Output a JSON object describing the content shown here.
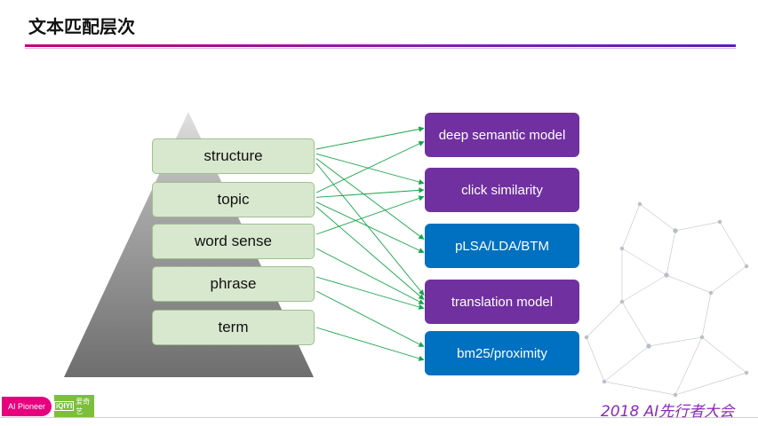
{
  "title": "文本匹配层次",
  "levels": [
    {
      "id": "structure",
      "label": "structure"
    },
    {
      "id": "topic",
      "label": "topic"
    },
    {
      "id": "word-sense",
      "label": "word sense"
    },
    {
      "id": "phrase",
      "label": "phrase"
    },
    {
      "id": "term",
      "label": "term"
    }
  ],
  "models": [
    {
      "id": "deep-semantic-model",
      "label": "deep semantic model",
      "color": "#7030a0"
    },
    {
      "id": "click-similarity",
      "label": "click similarity",
      "color": "#7030a0"
    },
    {
      "id": "plsa-lda-btm",
      "label": "pLSA/LDA/BTM",
      "color": "#0070c0"
    },
    {
      "id": "translation-model",
      "label": "translation model",
      "color": "#7030a0"
    },
    {
      "id": "bm25-proximity",
      "label": "bm25/proximity",
      "color": "#0070c0"
    }
  ],
  "edges": [
    [
      "structure",
      "deep-semantic-model"
    ],
    [
      "structure",
      "click-similarity"
    ],
    [
      "structure",
      "plsa-lda-btm"
    ],
    [
      "structure",
      "translation-model"
    ],
    [
      "topic",
      "deep-semantic-model"
    ],
    [
      "topic",
      "click-similarity"
    ],
    [
      "topic",
      "plsa-lda-btm"
    ],
    [
      "topic",
      "translation-model"
    ],
    [
      "word-sense",
      "click-similarity"
    ],
    [
      "word-sense",
      "translation-model"
    ],
    [
      "phrase",
      "translation-model"
    ],
    [
      "phrase",
      "bm25-proximity"
    ],
    [
      "term",
      "bm25-proximity"
    ]
  ],
  "edge_color": "#16a34a",
  "footer": {
    "badge_pioneer": "AI Pioneer",
    "badge_iqiyi_logo": "iQIYI",
    "badge_iqiyi_text": "爱奇艺",
    "event": "2018 AI先行者大会"
  }
}
